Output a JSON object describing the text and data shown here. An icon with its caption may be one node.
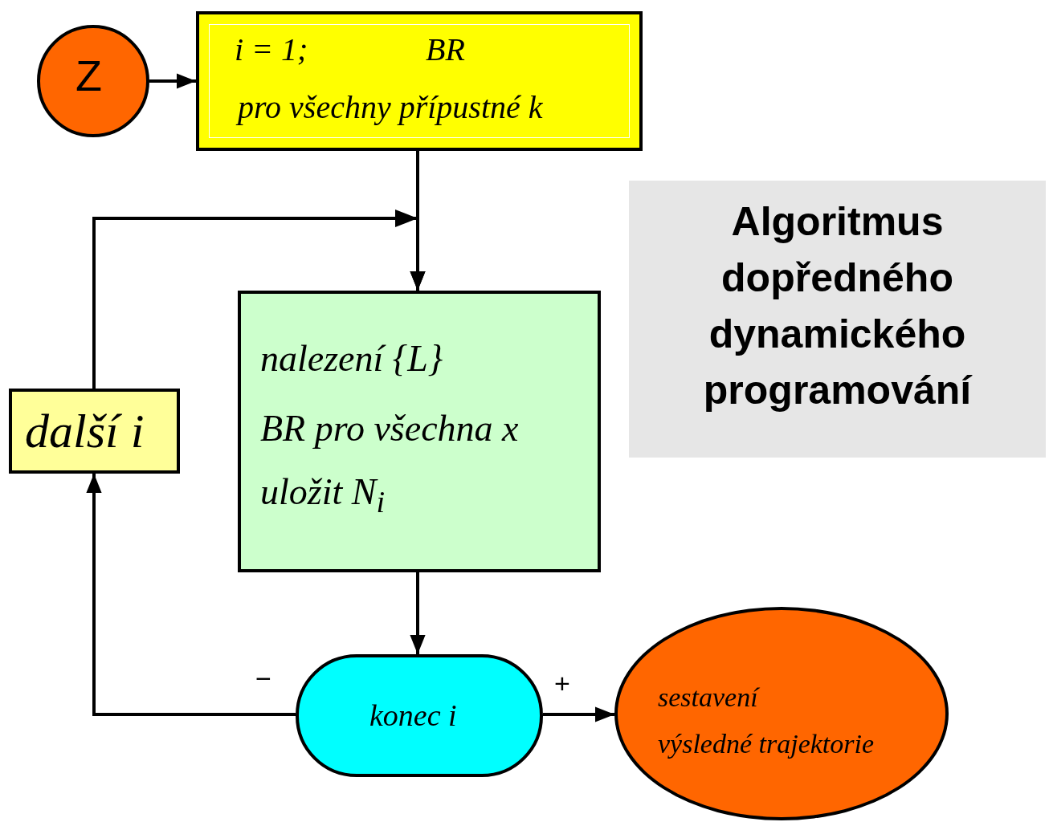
{
  "diagram": {
    "nodes": [
      {
        "text": [
          "Z"
        ]
      },
      {
        "text": [
          "i = 1;",
          "BR",
          "pro všechny přípustné k"
        ]
      },
      {
        "text": [
          "nalezení {L}",
          "BR pro všechna x",
          "uložit N$_{i}$"
        ]
      },
      {
        "text": [
          "další i"
        ]
      },
      {
        "text": [
          "konec i"
        ]
      },
      {
        "text": [
          "sestavení",
          "výsledné trajektorie"
        ]
      },
      {
        "text": [
          "Algoritmus dopředného dynamického programování"
        ]
      }
    ],
    "edges": [
      {
        "from": 0,
        "to": 1,
        "arrow": "to"
      },
      {
        "from": 1,
        "to": 2,
        "arrow": "to"
      },
      {
        "from": 3,
        "to": 2,
        "arrow": "to"
      },
      {
        "from": 2,
        "to": 4,
        "arrow": "to"
      },
      {
        "from": 4,
        "to": 3,
        "arrow": "to",
        "label": "−"
      },
      {
        "from": 4,
        "to": 5,
        "arrow": "to",
        "label": "+"
      }
    ]
  }
}
